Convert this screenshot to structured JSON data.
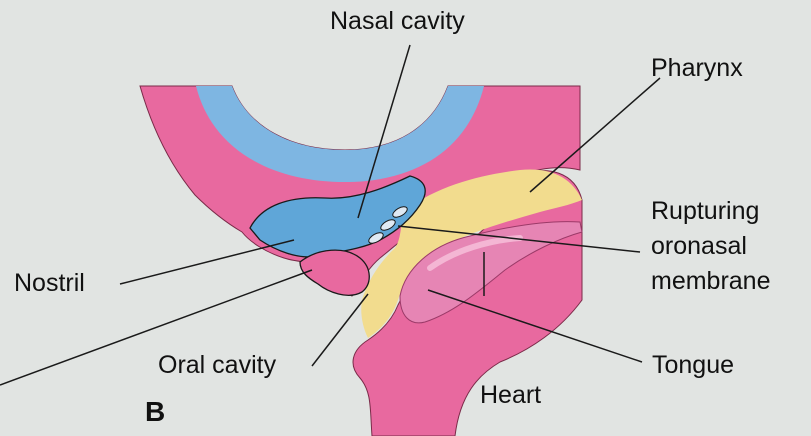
{
  "diagram": {
    "panel_label": "B",
    "labels": {
      "nasal_cavity": "Nasal cavity",
      "pharynx": "Pharynx",
      "rupturing_line1": "Rupturing",
      "rupturing_line2": "oronasal",
      "rupturing_line3": "membrane",
      "nostril": "Nostril",
      "oral_cavity": "Oral cavity",
      "tongue": "Tongue",
      "heart": "Heart"
    },
    "colors": {
      "background": "#dfe2e1",
      "tissue_pink": "#e8699f",
      "lumen_blue": "#5fa6d8",
      "brain_blue": "#7eb6e2",
      "pharynx_yellow": "#f2dc8e",
      "tongue_pink": "#e685b4",
      "outline": "#1a1a1a"
    }
  }
}
